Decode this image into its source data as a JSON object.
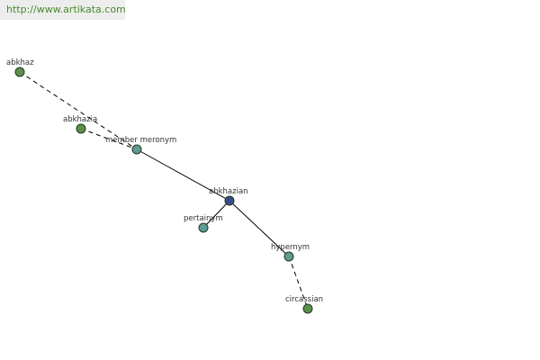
{
  "banner": {
    "url": "http://www.artikata.com"
  },
  "colors": {
    "term_node": "#5e8f4f",
    "relation_node": "#5f9a94",
    "center_node": "#3b4a8a",
    "edge": "#000000"
  },
  "nodes": [
    {
      "id": "abkhaz",
      "label": "abkhaz",
      "kind": "term"
    },
    {
      "id": "abkhazia",
      "label": "abkhazia",
      "kind": "term"
    },
    {
      "id": "member-meronym",
      "label": "member meronym",
      "kind": "relation"
    },
    {
      "id": "abkhazian",
      "label": "abkhazian",
      "kind": "center"
    },
    {
      "id": "pertainym",
      "label": "pertainym",
      "kind": "relation"
    },
    {
      "id": "hypernym",
      "label": "hypernym",
      "kind": "relation"
    },
    {
      "id": "circassian",
      "label": "circassian",
      "kind": "term"
    }
  ],
  "edges": [
    {
      "from": "abkhaz",
      "to": "member-meronym",
      "style": "dashed"
    },
    {
      "from": "abkhazia",
      "to": "member-meronym",
      "style": "dashed"
    },
    {
      "from": "member-meronym",
      "to": "abkhazian",
      "style": "solid"
    },
    {
      "from": "abkhazian",
      "to": "pertainym",
      "style": "solid"
    },
    {
      "from": "abkhazian",
      "to": "hypernym",
      "style": "solid"
    },
    {
      "from": "hypernym",
      "to": "circassian",
      "style": "dashed"
    }
  ]
}
